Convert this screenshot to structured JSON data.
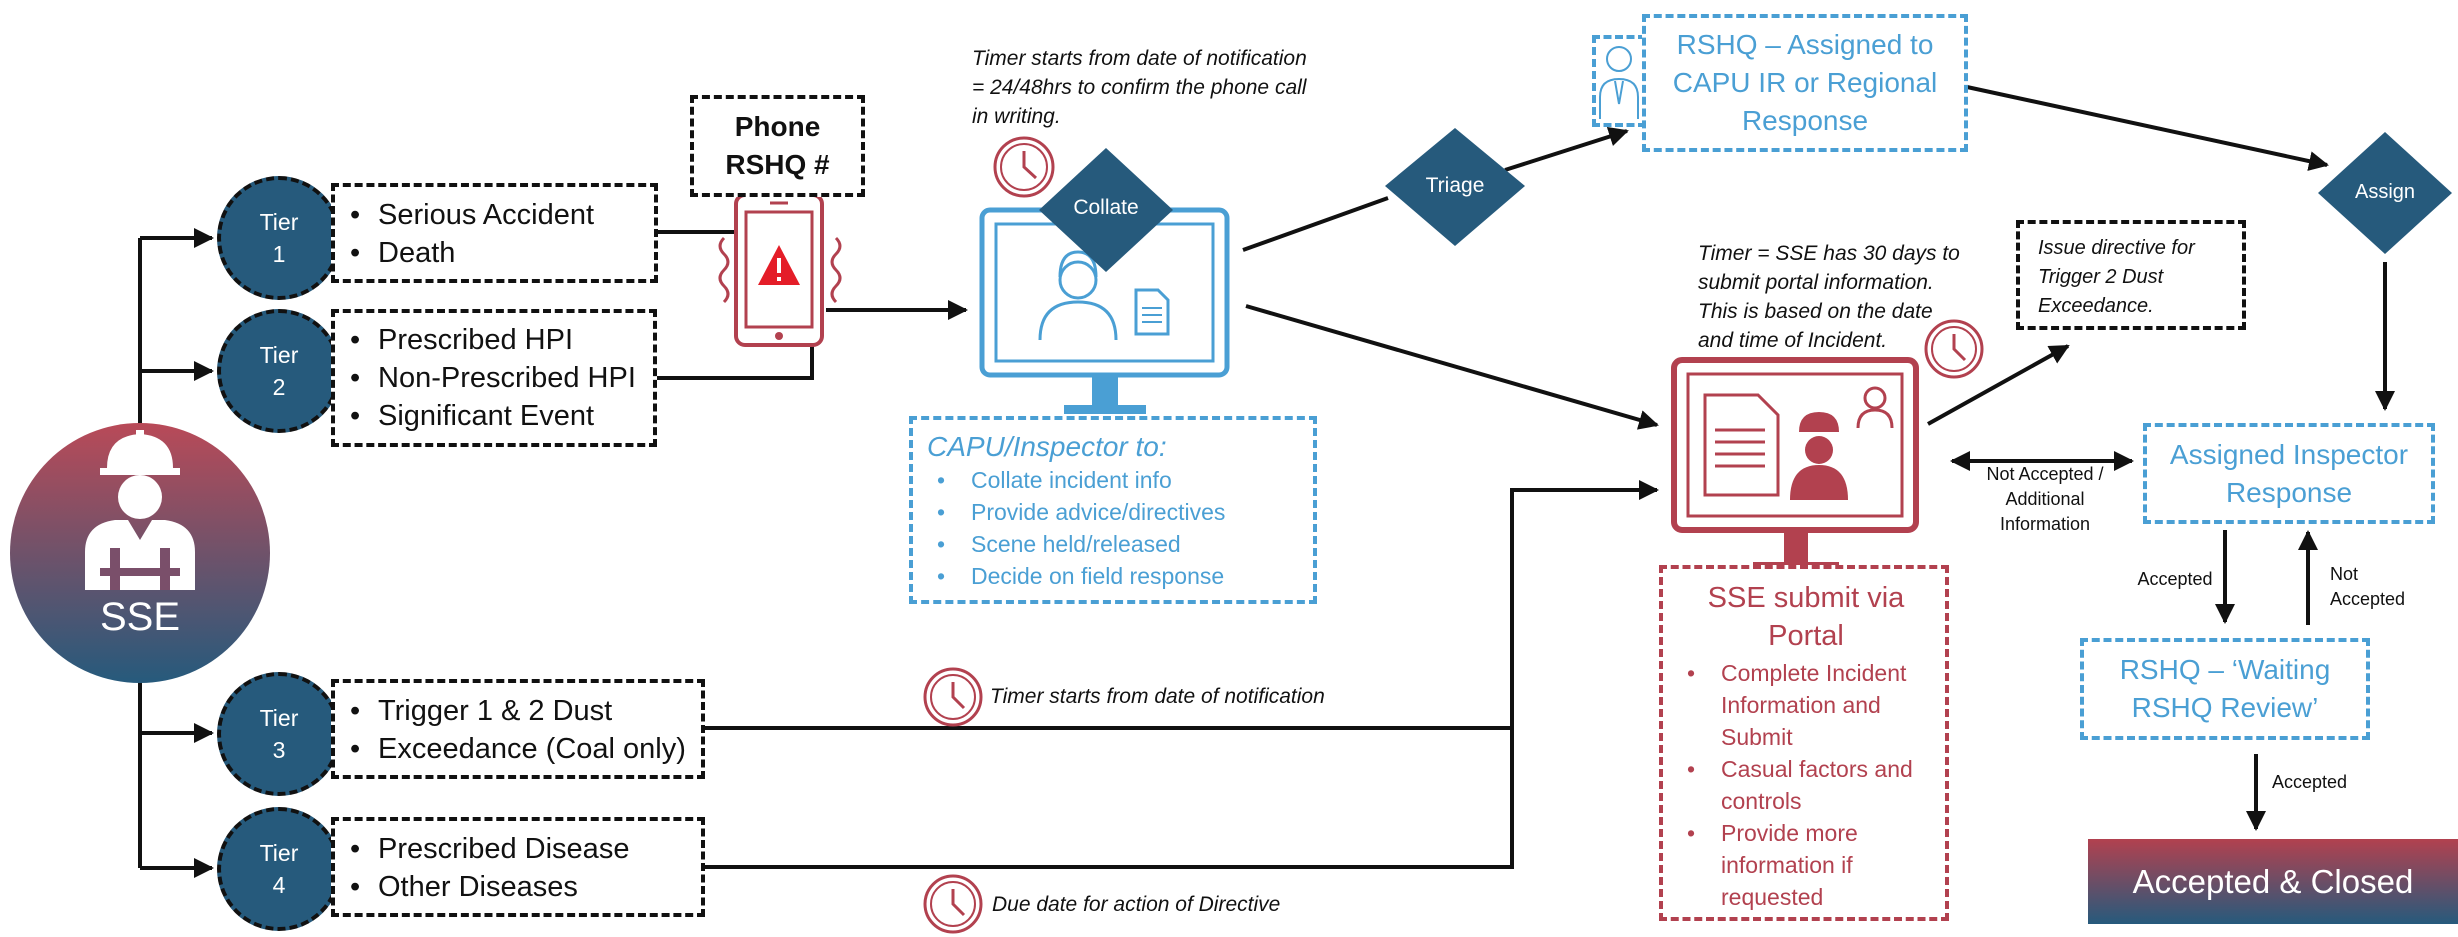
{
  "sse": {
    "label": "SSE"
  },
  "tiers": [
    {
      "line1": "Tier",
      "line2": "1",
      "items": [
        "Serious Accident",
        "Death"
      ]
    },
    {
      "line1": "Tier",
      "line2": "2",
      "items": [
        "Prescribed HPI",
        "Non-Prescribed HPI",
        "Significant Event"
      ]
    },
    {
      "line1": "Tier",
      "line2": "3",
      "items": [
        "Trigger 1 & 2 Dust",
        "Exceedance (Coal only)"
      ]
    },
    {
      "line1": "Tier",
      "line2": "4",
      "items": [
        "Prescribed Disease",
        "Other Diseases"
      ]
    }
  ],
  "phone": {
    "title_line1": "Phone",
    "title_line2": "RSHQ #"
  },
  "timer_top": {
    "line1": "Timer starts from date of notification",
    "line2": "= 24/48hrs to confirm the phone call",
    "line3": "in writing."
  },
  "collate": {
    "label": "Collate"
  },
  "capu": {
    "title": "CAPU/Inspector to:",
    "items": [
      "Collate incident info",
      "Provide advice/directives",
      "Scene held/released",
      "Decide on field response"
    ]
  },
  "triage": {
    "label": "Triage"
  },
  "rshq_assigned": {
    "line1": "RSHQ – Assigned to",
    "line2": "CAPU IR or Regional",
    "line3": "Response"
  },
  "assign": {
    "label": "Assign"
  },
  "timer_sse": {
    "line1": "Timer = SSE has 30 days to",
    "line2": "submit portal information.",
    "line3": "This is based on the date",
    "line4": "and time of Incident."
  },
  "issue_directive": {
    "line1": "Issue directive for",
    "line2": "Trigger 2 Dust",
    "line3": "Exceedance."
  },
  "sse_portal": {
    "title_line1": "SSE submit via",
    "title_line2": "Portal",
    "items": [
      "Complete Incident Information and Submit",
      "Casual factors and controls",
      "Provide more information if requested"
    ]
  },
  "not_accepted_additional": {
    "line1": "Not Accepted /",
    "line2": "Additional",
    "line3": "Information"
  },
  "assigned_inspector": {
    "line1": "Assigned Inspector",
    "line2": "Response"
  },
  "accepted_label_1": "Accepted",
  "not_accepted_label": {
    "line1": "Not",
    "line2": "Accepted"
  },
  "waiting_review": {
    "line1": "RSHQ – ‘Waiting",
    "line2": "RSHQ Review’"
  },
  "accepted_label_2": "Accepted",
  "closed": {
    "label": "Accepted & Closed"
  },
  "timer_tier3": "Timer starts from date of notification",
  "due_date": "Due date for action of Directive",
  "colors": {
    "navy": "#265a7c",
    "blue": "#4a9fd4",
    "red": "#b2414f",
    "black": "#111111"
  }
}
